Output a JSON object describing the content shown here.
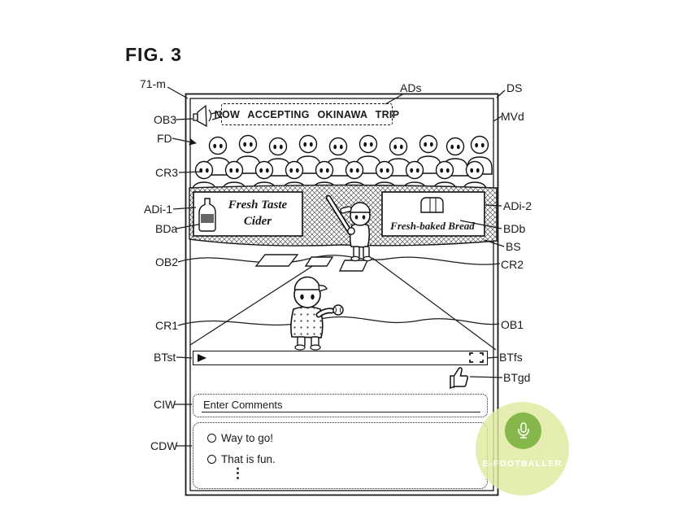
{
  "figure": {
    "title": "FIG. 3"
  },
  "labels": {
    "m71": "71-m",
    "ds": "DS",
    "ads": "ADs",
    "ob3": "OB3",
    "mvd": "MVd",
    "fd": "FD",
    "cr3": "CR3",
    "adi1": "ADi-1",
    "adi2": "ADi-2",
    "bda": "BDa",
    "bdb": "BDb",
    "bs": "BS",
    "ob2": "OB2",
    "cr2": "CR2",
    "cr1": "CR1",
    "ob1": "OB1",
    "btst": "BTst",
    "btfs": "BTfs",
    "btgd": "BTgd",
    "ciw": "CIW",
    "cdw": "CDW"
  },
  "video": {
    "banner_text": "NOW ACCEPTING OKINAWA TRIP",
    "ad_left": {
      "line1": "Fresh Taste",
      "line2": "Cider"
    },
    "ad_right": {
      "label": "Fresh-baked Bread"
    }
  },
  "comments": {
    "input_placeholder": "Enter Comments",
    "options": [
      "Way to go!",
      "That is fun."
    ],
    "more": "⋮"
  },
  "watermark": {
    "text": "E-FOOTBALLER"
  },
  "icons": {
    "announce": "megaphone-icon",
    "play": "play-icon",
    "fullscreen": "fullscreen-icon",
    "like": "thumbs-up-icon",
    "bottle": "bottle-icon",
    "bread": "bread-icon",
    "mic": "microphone-icon"
  },
  "colors": {
    "ink": "#1a1a1a",
    "watermark_outer": "#e1e9a0",
    "watermark_inner": "#80b446"
  }
}
